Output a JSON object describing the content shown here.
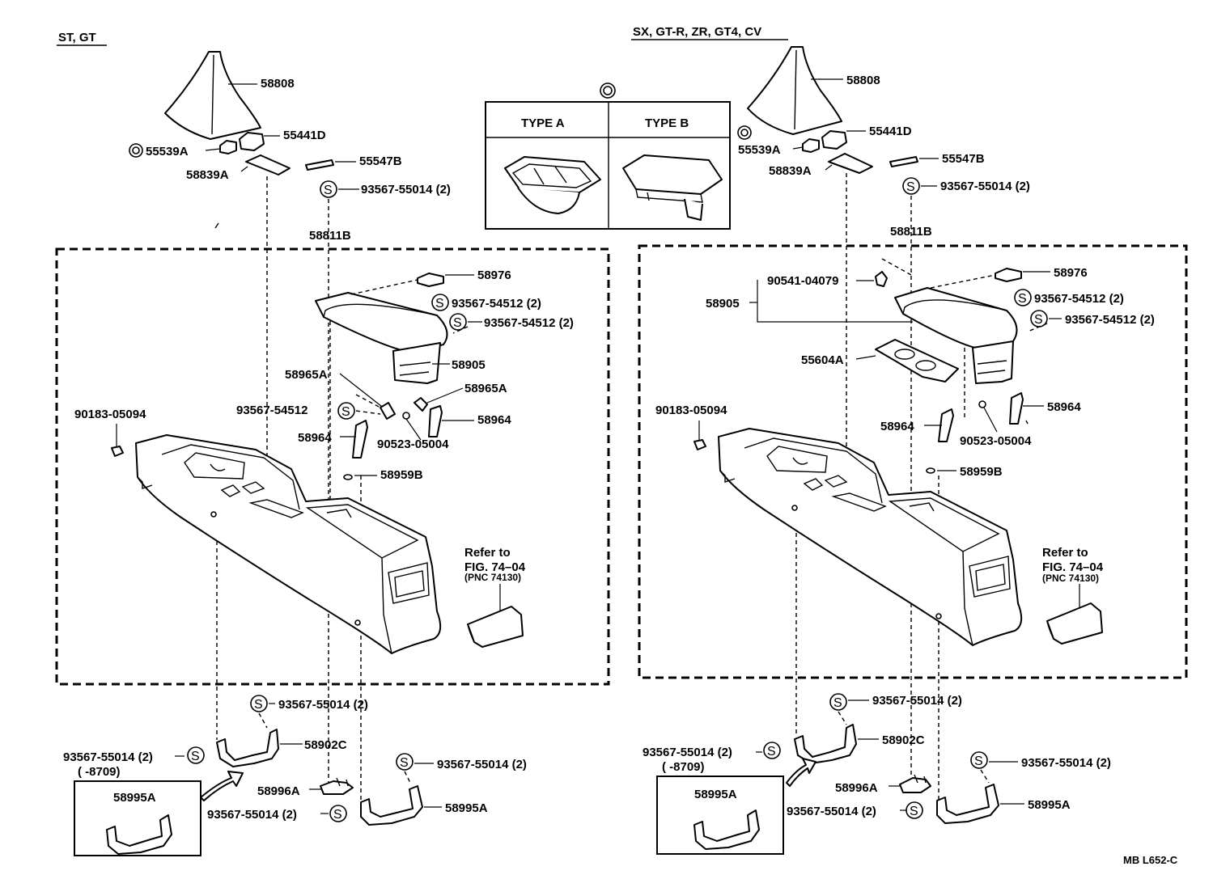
{
  "variants": {
    "left": "ST, GT",
    "right": "SX, GT-R, ZR, GT4, CV"
  },
  "type_box": {
    "marker": "◎",
    "type_a": "TYPE A",
    "type_b": "TYPE B"
  },
  "symbols": {
    "s": "S"
  },
  "labels": {
    "l_58808": "58808",
    "l_55441d": "55441D",
    "l_55539a": "55539A",
    "l_55547b": "55547B",
    "l_58839a": "58839A",
    "l_9356755014_top": "93567-55014 (2)",
    "l_58811b": "58811B",
    "l_58976": "58976",
    "l_9356754512_a": "93567-54512 (2)",
    "l_9356754512_b": "93567-54512 (2)",
    "l_58905": "58905",
    "l_58965a_1": "58965A",
    "l_58965a_2": "58965A",
    "l_9356754512_c": "93567-54512",
    "l_58964_1": "58964",
    "l_58964_2": "58964",
    "l_9052305004": "90523-05004",
    "l_9018305094": "90183-05094",
    "l_58959b": "58959B",
    "l_refer": "Refer to",
    "l_fig": "FIG. 74–04",
    "l_pnc": "(PNC 74130)",
    "l_9356755014_b1": "93567-55014 (2)",
    "l_58902c": "58902C",
    "l_9356755014_b2": "93567-55014 (2)",
    "l_8709": "(        -8709)",
    "l_58995a_box": "58995A",
    "l_58996a": "58996A",
    "l_9356755014_b3": "93567-55014 (2)",
    "l_9356755014_b4": "93567-55014 (2)",
    "l_58995a": "58995A"
  },
  "labels_right": {
    "l_58808": "58808",
    "l_55441d": "55441D",
    "l_55539a": "55539A",
    "l_58839a": "58839A",
    "l_55547b": "55547B",
    "l_9356755014_top": "93567-55014 (2)",
    "l_58811b": "58811B",
    "l_9054104079": "90541-04079",
    "l_58905": "58905",
    "l_58976": "58976",
    "l_9356754512_a": "93567-54512 (2)",
    "l_9356754512_b": "93567-54512 (2)",
    "l_55604a": "55604A",
    "l_9018305094": "90183-05094",
    "l_58964_1": "58964",
    "l_58964_2": "58964",
    "l_9052305004": "90523-05004",
    "l_58959b": "58959B",
    "l_refer": "Refer to",
    "l_fig": "FIG. 74–04",
    "l_pnc": "(PNC 74130)",
    "l_9356755014_b1": "93567-55014 (2)",
    "l_9356755014_b2": "93567-55014 (2)",
    "l_58902c": "58902C",
    "l_8709": "(        -8709)",
    "l_58995a_box": "58995A",
    "l_58996a": "58996A",
    "l_9356755014_b4": "93567-55014 (2)",
    "l_9356755014_b3": "93567-55014 (2)",
    "l_58995a": "58995A"
  },
  "drawing_code": "MB L652-C"
}
